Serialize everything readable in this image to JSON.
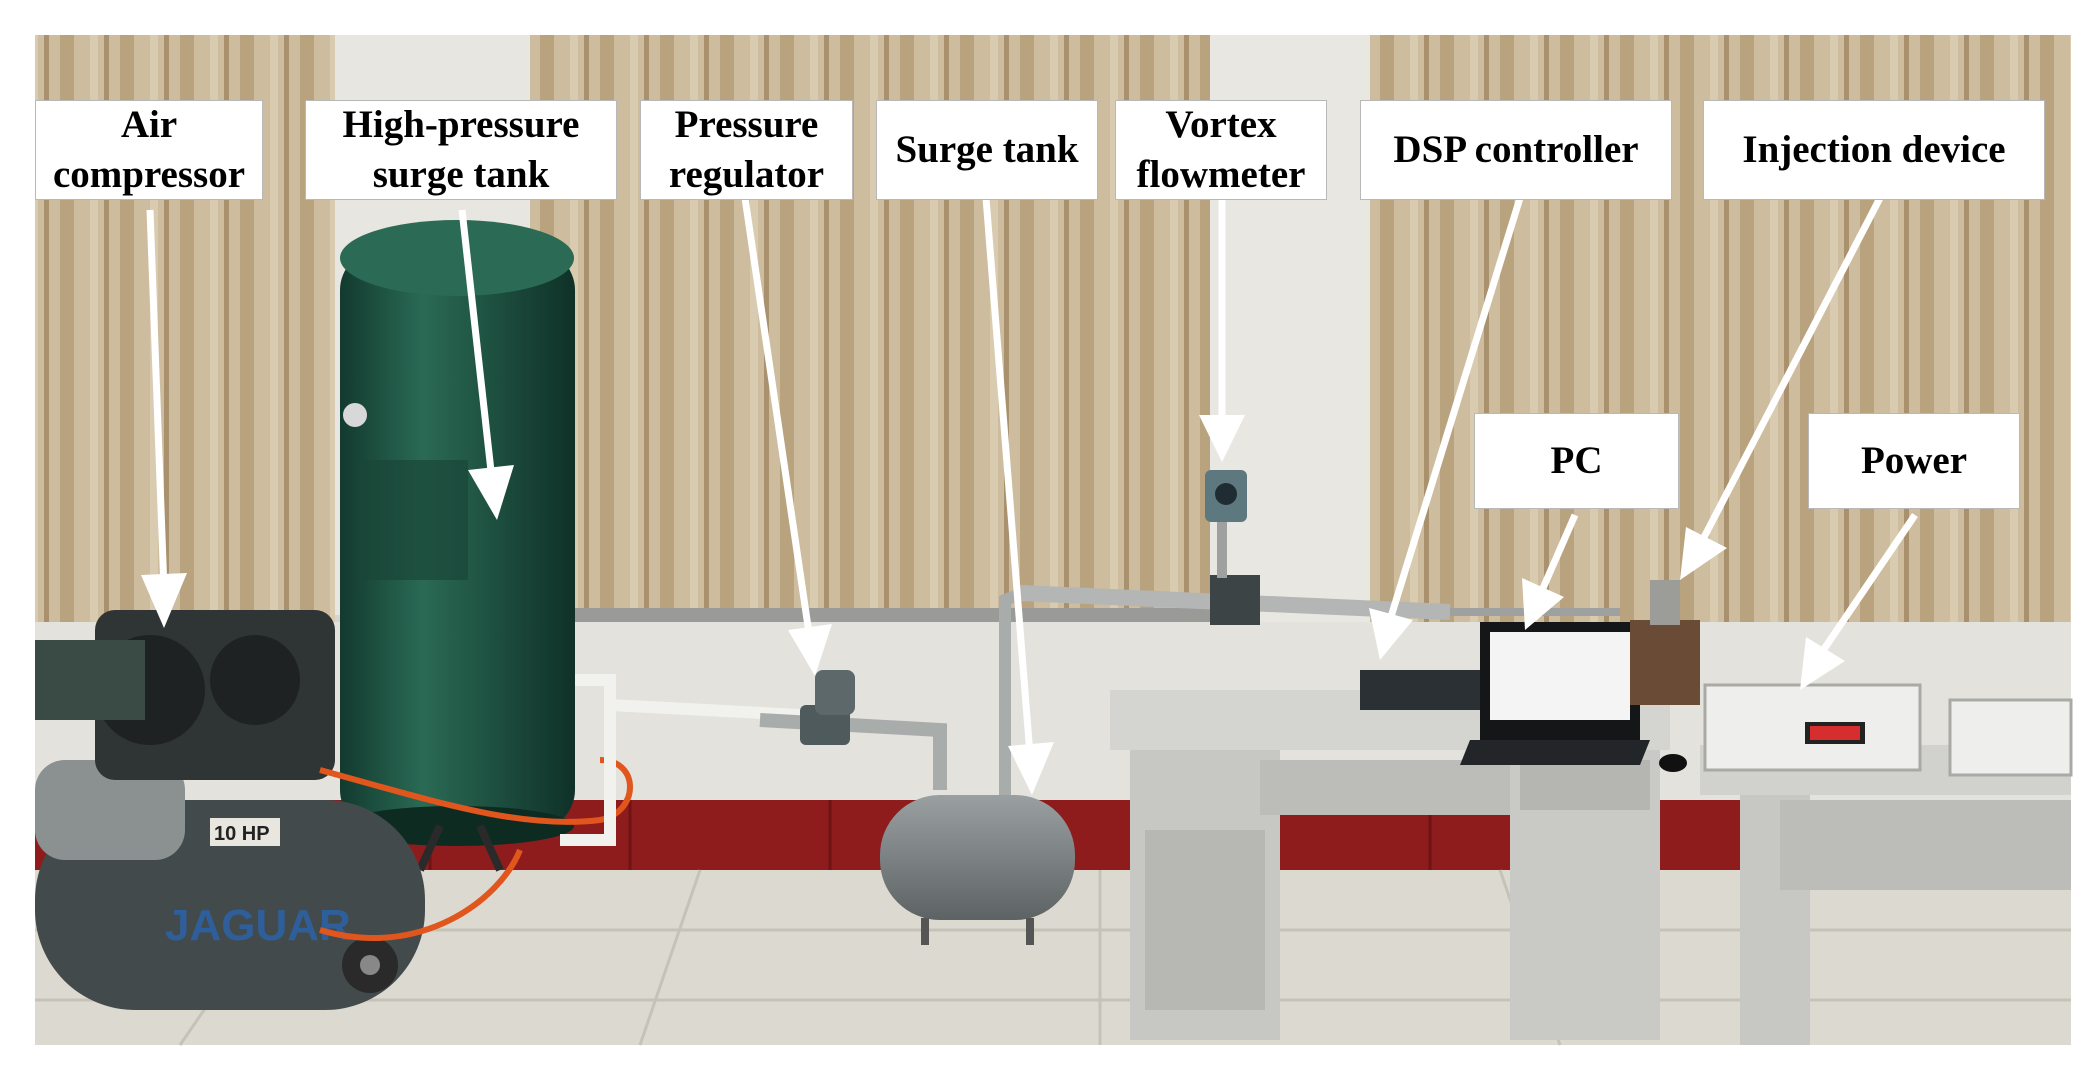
{
  "labels": {
    "air_compressor": "Air\ncompressor",
    "high_pressure_surge_tank": "High-pressure\nsurge tank",
    "pressure_regulator": "Pressure\nregulator",
    "surge_tank": "Surge tank",
    "vortex_flowmeter": "Vortex\nflowmeter",
    "dsp_controller": "DSP controller",
    "injection_device": "Injection device",
    "pc": "PC",
    "power": "Power"
  },
  "equipment_markings": {
    "compressor_brand": "JAGUAR",
    "compressor_rating": "10 HP"
  },
  "colors": {
    "tank_green": "#1d4f3f",
    "curtain": "#c9b89a",
    "wall_tile_red": "#8e1c1c",
    "surge_tank_gray": "#7d8384",
    "desk_gray": "#cfd0cc",
    "arrow": "#ffffff"
  }
}
